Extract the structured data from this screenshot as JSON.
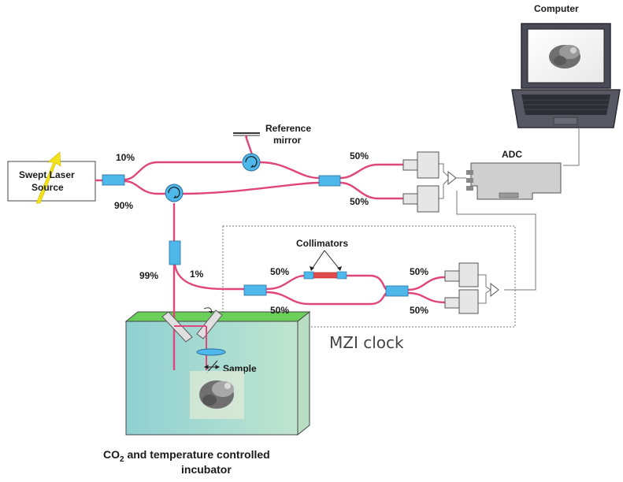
{
  "colors": {
    "fiber": "#e0457b",
    "coupler": "#4fb8ea",
    "incubator_top": "#6bd05a",
    "incubator_body": "#a5d9cf",
    "arrow": "#f4e21a"
  },
  "labels": {
    "computer": "Computer",
    "adc": "ADC",
    "source_line1": "Swept Laser",
    "source_line2": "Source",
    "reference_line1": "Reference",
    "reference_line2": "mirror",
    "split_10": "10%",
    "split_90": "90%",
    "out_top": "50%",
    "out_bottom": "50%",
    "split_99": "99%",
    "split_1": "1%",
    "collimators": "Collimators",
    "mzi_in_top": "50%",
    "mzi_in_bottom": "50%",
    "mzi_out_top": "50%",
    "mzi_out_bottom": "50%",
    "mzi_clock": "MZI clock",
    "sample": "Sample",
    "incubator_co": "CO",
    "incubator_sub": "2",
    "incubator_rest": " and temperature controlled",
    "incubator_line2": "incubator"
  }
}
